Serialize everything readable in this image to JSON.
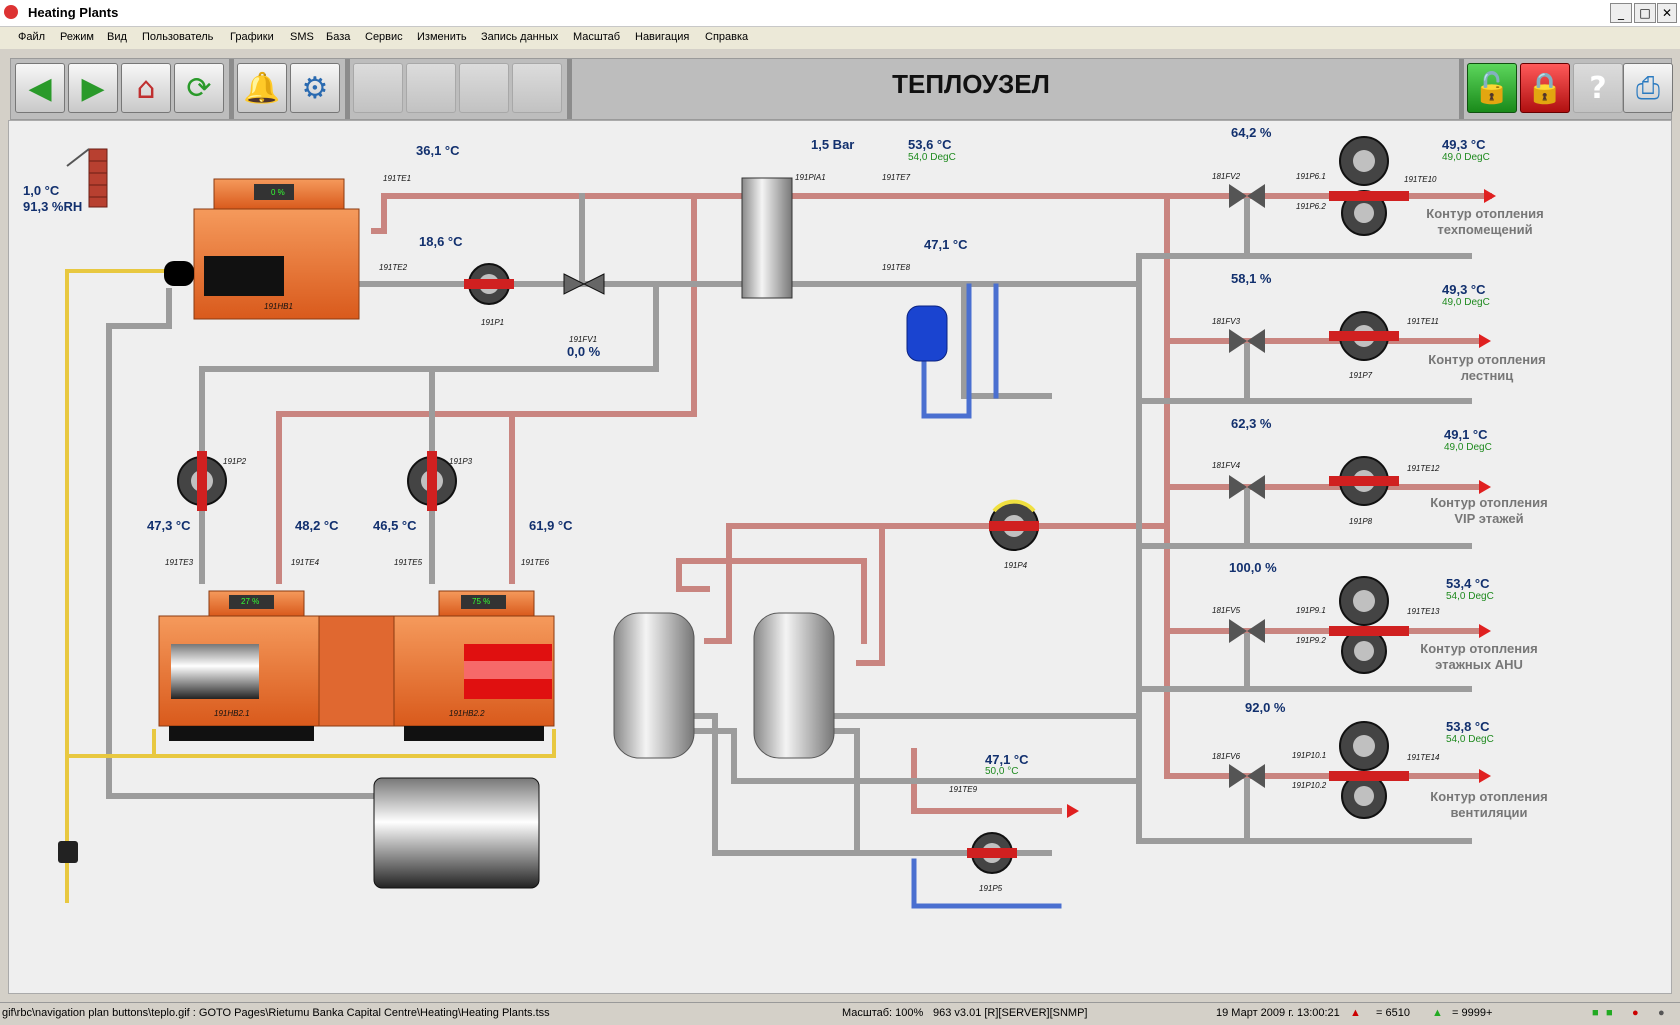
{
  "app": {
    "title": "Heating Plants"
  },
  "window_controls": {
    "minimize": "_",
    "maximize": "□",
    "close": "✕"
  },
  "menu": [
    "Файл",
    "Режим",
    "Вид",
    "Пользователь",
    "Графики",
    "SMS",
    "База",
    "Сервис",
    "Изменить",
    "Запись данных",
    "Масштаб",
    "Навигация",
    "Справка"
  ],
  "toolbar": {
    "page_title": "ТЕПЛОУЗЕЛ",
    "icons": [
      "arrow-left-icon",
      "arrow-right-icon",
      "home-icon",
      "refresh-icon",
      "bell-icon",
      "gear-icon",
      "unlock-icon",
      "lock-icon",
      "help-icon",
      "printer-icon"
    ]
  },
  "outdoor": {
    "temp": "1,0 °C",
    "humidity": "91,3 %RH"
  },
  "sensors": {
    "te1": {
      "value": "36,1 °C",
      "tag": "191TE1"
    },
    "te2": {
      "value": "18,6 °C",
      "tag": "191TE2"
    },
    "pia1": {
      "value": "1,5 Bar",
      "tag": "191PIA1"
    },
    "te7": {
      "value": "53,6 °C",
      "sp": "54,0 DegC",
      "tag": "191TE7"
    },
    "te8": {
      "value": "47,1 °C",
      "tag": "191TE8"
    },
    "te3": {
      "value": "47,3 °C",
      "tag": "191TE3"
    },
    "te4": {
      "value": "48,2 °C",
      "tag": "191TE4"
    },
    "te5": {
      "value": "46,5 °C",
      "tag": "191TE5"
    },
    "te6": {
      "value": "61,9 °C",
      "tag": "191TE6"
    },
    "te9": {
      "value": "47,1 °C",
      "sp": "50,0 °C",
      "tag": "191TE9"
    },
    "te10": {
      "value": "49,3 °C",
      "sp": "49,0 DegC",
      "tag": "191TE10"
    },
    "te11": {
      "value": "49,3 °C",
      "sp": "49,0 DegC",
      "tag": "191TE11"
    },
    "te12": {
      "value": "49,1 °C",
      "sp": "49,0 DegC",
      "tag": "191TE12"
    },
    "te13": {
      "value": "53,4 °C",
      "sp": "54,0 DegC",
      "tag": "191TE13"
    },
    "te14": {
      "value": "53,8 °C",
      "sp": "54,0 DegC",
      "tag": "191TE14"
    }
  },
  "valves": {
    "fv1": {
      "value": "0,0 %",
      "tag": "191FV1"
    },
    "fv2": {
      "value": "64,2 %",
      "tag": "181FV2"
    },
    "fv3": {
      "value": "58,1 %",
      "tag": "181FV3"
    },
    "fv4": {
      "value": "62,3 %",
      "tag": "181FV4"
    },
    "fv5": {
      "value": "100,0 %",
      "tag": "181FV5"
    },
    "fv6": {
      "value": "92,0 %",
      "tag": "181FV6"
    }
  },
  "boilers": {
    "hb1": {
      "tag": "191HB1",
      "load": "0 %"
    },
    "hb21": {
      "tag": "191HB2.1",
      "load": "27 %"
    },
    "hb22": {
      "tag": "191HB2.2",
      "load": "75 %"
    }
  },
  "pumps": [
    "191P1",
    "191P2",
    "191P3",
    "191P4",
    "191P5",
    "191P6.1",
    "191P6.2",
    "191P7",
    "191P8",
    "191P9.1",
    "191P9.2",
    "191P10.1",
    "191P10.2"
  ],
  "circuits": [
    {
      "line1": "Контур отопления",
      "line2": "техпомещений"
    },
    {
      "line1": "Контур отопления",
      "line2": "лестниц"
    },
    {
      "line1": "Контур отопления",
      "line2": "VIP этажей"
    },
    {
      "line1": "Контур отопления",
      "line2": "этажных AHU"
    },
    {
      "line1": "Контур отопления",
      "line2": "вентиляции"
    }
  ],
  "status": {
    "path": "gif\\rbc\\navigation plan buttons\\teplo.gif :  GOTO Pages\\Rietumu Banka Capital Centre\\Heating\\Heating Plants.tss",
    "scale": "Масштаб: 100%",
    "version": "963 v3.01 [R][SERVER][SNMP]",
    "datetime": "19 Март 2009 г. 13:00:21",
    "count1": "= 6510",
    "count2": "= 9999+"
  },
  "colors": {
    "supply_pipe": "#c98580",
    "return_pipe": "#9c9c9c",
    "cold_pipe": "#4a6fd0",
    "gas_pipe": "#e8c840",
    "boiler": "#e86a2a",
    "value_text": "#12306e",
    "setpoint_text": "#1e8a1e"
  }
}
